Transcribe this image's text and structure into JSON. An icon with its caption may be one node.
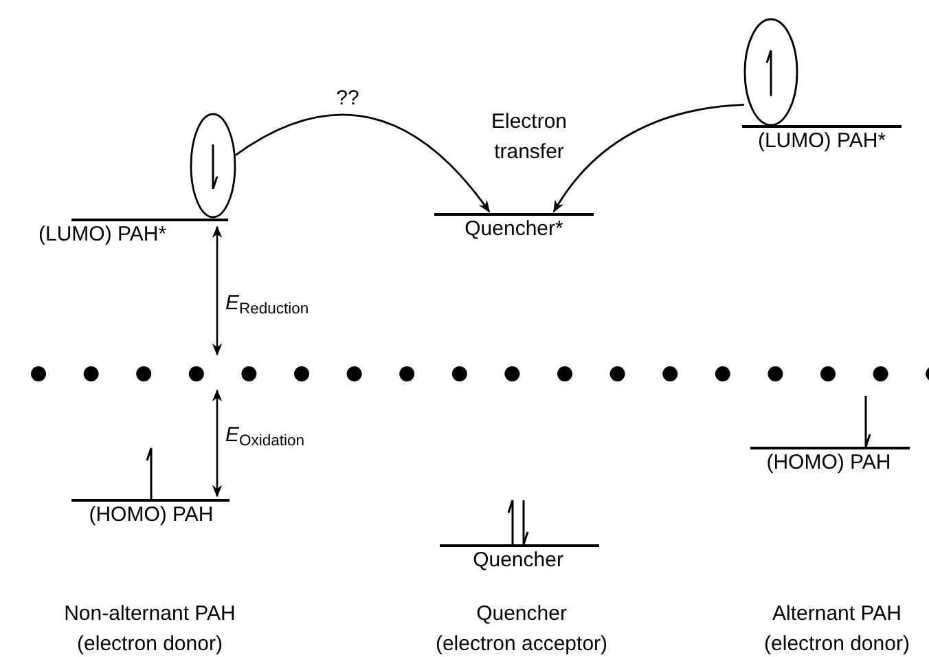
{
  "diagram": {
    "nodes": [
      {
        "text": [],
        "shape": "ellipse"
      },
      {
        "text": [
          "(LUMO) PAH*"
        ]
      },
      {
        "text": [
          "Quencher*"
        ]
      },
      {
        "text": [],
        "shape": "ellipse"
      },
      {
        "text": [
          "(LUMO) PAH*"
        ]
      },
      {
        "text": [
          "(HOMO) PAH"
        ]
      },
      {
        "text": [
          "Quencher"
        ]
      },
      {
        "text": [
          "(HOMO) PAH"
        ]
      }
    ],
    "edges": [
      {
        "from": 0,
        "to": 2,
        "arrow": "to",
        "label": "??"
      },
      {
        "from": 3,
        "to": 2,
        "arrow": "to"
      }
    ],
    "labels": [
      "Electron transfer",
      "*E*$_{Reduction}$",
      "*E*$_{Oxidation}$",
      "Non-alternant PAH (electron donor)",
      "Quencher (electron acceptor)",
      "Alternant PAH (electron donor)"
    ]
  }
}
